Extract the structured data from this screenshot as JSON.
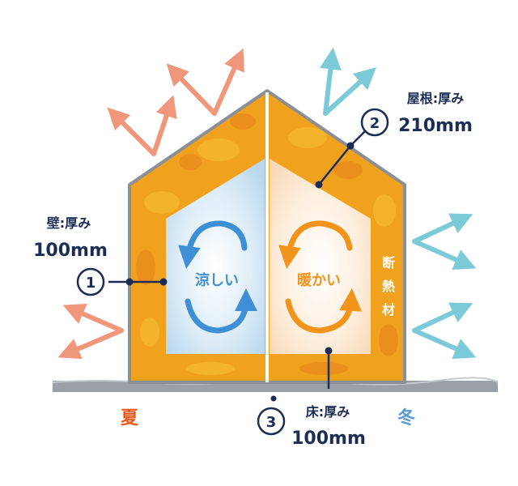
{
  "center": {
    "left_label": "涼しい",
    "right_label": "暖かい"
  },
  "insulation_label": [
    "断",
    "熱",
    "材"
  ],
  "callouts": {
    "wall": {
      "number": "1",
      "title": "壁:厚み",
      "value": "100mm"
    },
    "roof": {
      "number": "2",
      "title": "屋根:厚み",
      "value": "210mm"
    },
    "floor": {
      "number": "3",
      "title": "床:厚み",
      "value": "100mm"
    }
  },
  "seasons": {
    "summer": "夏",
    "winter": "冬"
  },
  "colors": {
    "summer_arrow": "#f0967a",
    "winter_arrow": "#7cc9d8",
    "cool_circulation": "#3f8fd6",
    "warm_circulation": "#f2941c",
    "insulation": "#f0a21f",
    "frame": "#8a8f98",
    "summer_text": "#e95a1f",
    "winter_text": "#5a9bd5",
    "callout": "#1c2d55"
  }
}
